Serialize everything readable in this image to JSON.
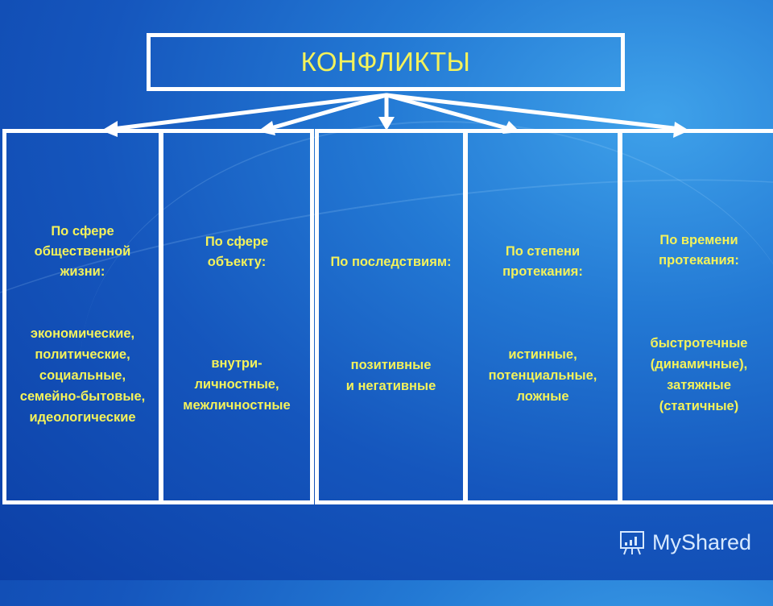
{
  "title": "КОНФЛИКТЫ",
  "columns": [
    {
      "heading": "По сфере\nобщественной\nжизни:",
      "items": "экономические,\nполитические,\nсоциальные,\nсемейно-бытовые,\nидеологические"
    },
    {
      "heading": "По сфере\nобъекту:",
      "items": "внутри-\nличностные,\nмежличностные"
    },
    {
      "heading": "По последствиям:",
      "items": "позитивные\nи негативные"
    },
    {
      "heading": "По степени\nпротекания:",
      "items": "истинные,\nпотенциальные,\nложные"
    },
    {
      "heading": "По времени\nпротекания:",
      "items": "быстротечные\n(динамичные),\nзатяжные\n(статичные)"
    }
  ],
  "watermark": {
    "text": "MyShared",
    "icon": "presentation-board-icon"
  },
  "colors": {
    "text_accent": "#f4f25a",
    "border": "#ffffff",
    "bg_dark": "#0c3fa6",
    "bg_light": "#3fa2ea"
  }
}
